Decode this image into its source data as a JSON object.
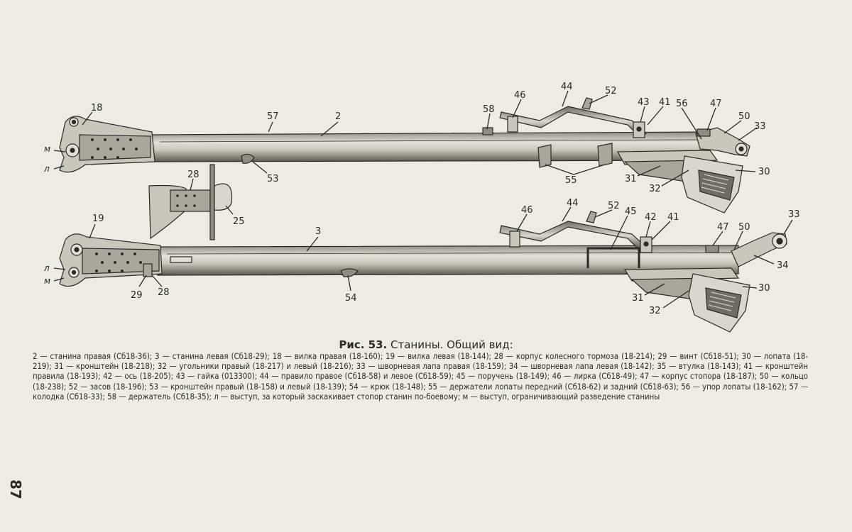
{
  "figure": {
    "callouts_top": {
      "c18": "18",
      "c57": "57",
      "c2": "2",
      "c58": "58",
      "c46": "46",
      "c44": "44",
      "c52": "52",
      "c43": "43",
      "c41": "41",
      "c56": "56",
      "c47": "47",
      "c50": "50",
      "c33": "33",
      "c30": "30",
      "c31": "31",
      "c32": "32",
      "c55": "55",
      "c53": "53",
      "cM": "м",
      "cL": "л"
    },
    "callouts_inset": {
      "c28": "28",
      "c25": "25"
    },
    "callouts_bottom": {
      "c19": "19",
      "c3": "3",
      "c46": "46",
      "c44": "44",
      "c52": "52",
      "c45": "45",
      "c42": "42",
      "c41": "41",
      "c47": "47",
      "c50": "50",
      "c33": "33",
      "c34": "34",
      "c30": "30",
      "c31": "31",
      "c32": "32",
      "c54": "54",
      "c29": "29",
      "c28": "28",
      "cL": "л",
      "cM": "м"
    }
  },
  "caption": {
    "prefix": "Рис. 53.",
    "title": "Станины. Общий вид:",
    "body": "2 — станина правая (Сб18-36); 3 — станина левая (Сб18-29); 18 — вилка правая (18-160); 19 — вилка левая (18-144); 28 — корпус колесного тормоза (18-214); 29 — винт (Сб18-51); 30 — лопата (18-219); 31 — кронштейн (18-218); 32 — угольники правый (18-217) и левый (18-216); 33 — шворневая лапа правая (18-159); 34 — шворневая лапа левая (18-142); 35 — втулка (18-143); 41 — кронштейн правила (18-193); 42 — ось (18-205); 43 — гайка (013300); 44 — правило правое (Сб18-58) и левое (Сб18-59); 45 — поручень (18-149); 46 — лирка (Сб18-49); 47 — корпус стопора (18-187); 50 — кольцо (18-238); 52 — засов (18-196); 53 — кронштейн правый (18-158) и левый (18-139); 54 — крюк (18-148); 55 — держатели лопаты передний (Сб18-62) и задний (Сб18-63); 56 — упор лопаты (18-162); 57 — колодка (Сб18-33); 58 — держатель (Сб18-35); л — выступ, за который заскакивает стопор станин по-боевому; м — выступ, ограничивающий разведение станины",
    "last_line": ""
  },
  "page_number": "87"
}
